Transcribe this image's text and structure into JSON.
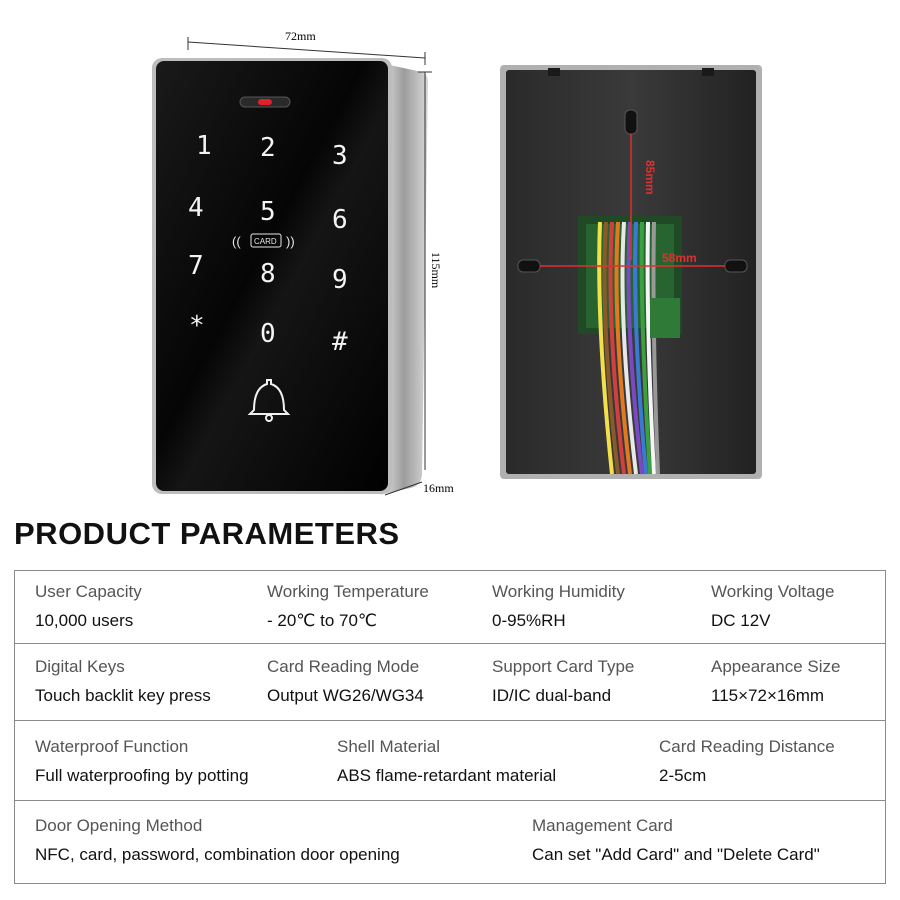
{
  "dimensions": {
    "width": "72mm",
    "height": "115mm",
    "depth": "16mm",
    "hole_vertical": "85mm",
    "hole_horizontal": "58mm"
  },
  "keypad": {
    "keys": [
      "1",
      "2",
      "3",
      "4",
      "5",
      "6",
      "7",
      "8",
      "9",
      "*",
      "0",
      "#"
    ],
    "card_label": "CARD",
    "icons": [
      "card-reader-icon",
      "doorbell-icon",
      "status-led-icon"
    ]
  },
  "colors": {
    "panel": "#0b0b0b",
    "frame": "#c9c9c9",
    "led": "#e0202a",
    "dimension_line": "#e03030",
    "table_border": "#8a8a8a"
  },
  "heading": "PRODUCT PARAMETERS",
  "parameters": [
    [
      {
        "label": "User Capacity",
        "value": "10,000 users"
      },
      {
        "label": "Working Temperature",
        "value": "- 20℃ to 70℃"
      },
      {
        "label": "Working Humidity",
        "value": "0-95%RH"
      },
      {
        "label": "Working Voltage",
        "value": "DC 12V"
      }
    ],
    [
      {
        "label": "Digital Keys",
        "value": "Touch backlit key press"
      },
      {
        "label": "Card Reading Mode",
        "value": "Output WG26/WG34"
      },
      {
        "label": "Support Card Type",
        "value": "ID/IC dual-band"
      },
      {
        "label": "Appearance Size",
        "value": "115×72×16mm"
      }
    ],
    [
      {
        "label": "Waterproof Function",
        "value": "Full waterproofing by potting"
      },
      {
        "label": "Shell Material",
        "value": "ABS flame-retardant material"
      },
      {
        "label": "Card Reading Distance",
        "value": "2-5cm"
      }
    ],
    [
      {
        "label": "Door Opening Method",
        "value": "NFC, card, password, combination door opening"
      },
      {
        "label": "Management Card",
        "value": "Can set \"Add Card\" and \"Delete Card\""
      }
    ]
  ]
}
